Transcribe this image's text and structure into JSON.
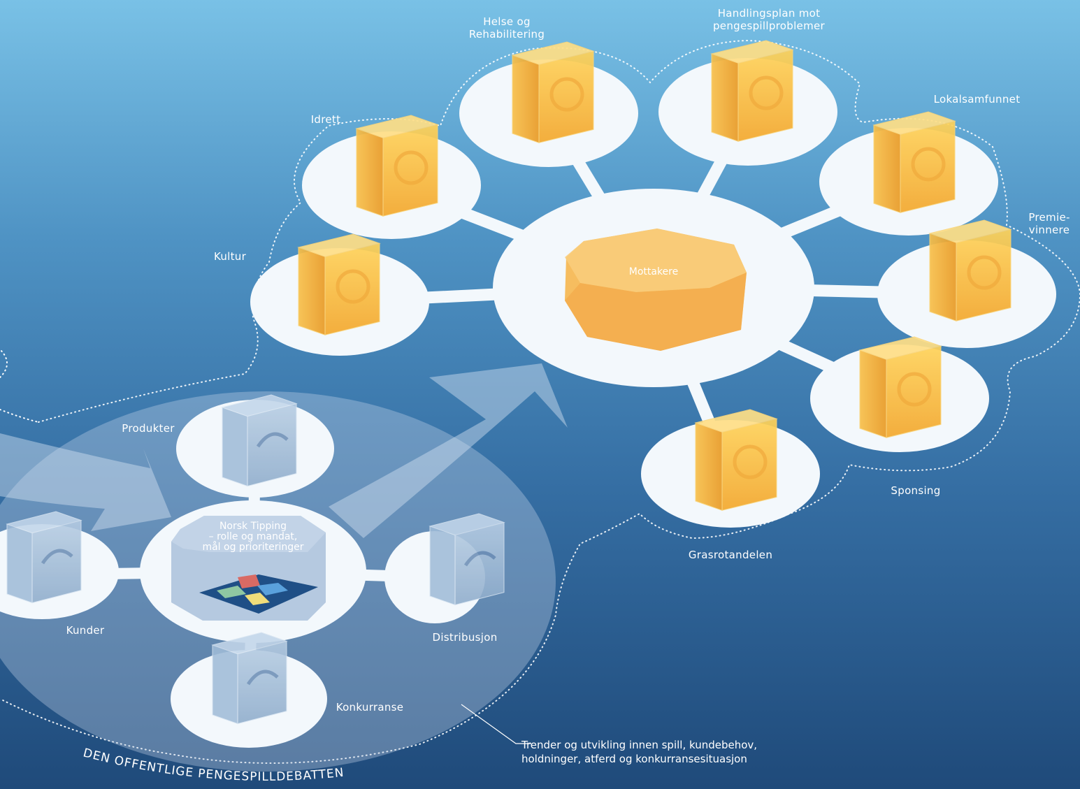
{
  "center": {
    "label": "Mottakere"
  },
  "receivers": [
    {
      "id": "idrett",
      "label": "Idrett",
      "icon": "football-icon"
    },
    {
      "id": "helse",
      "label": "Helse og\nRehabilitering",
      "icon": "crutch-icon"
    },
    {
      "id": "handlingsplan",
      "label": "Handlingsplan mot\npengespillproblemer",
      "icon": "hand-dice-icon"
    },
    {
      "id": "lokalsamfunnet",
      "label": "Lokalsamfunnet",
      "icon": "houses-icon"
    },
    {
      "id": "premievinnere",
      "label": "Premie-\nvinnere",
      "icon": "coin-icon"
    },
    {
      "id": "sponsing",
      "label": "Sponsing",
      "icon": "dollar-icon"
    },
    {
      "id": "grasrotandelen",
      "label": "Grasrotandelen",
      "icon": "grass-icon"
    },
    {
      "id": "kultur",
      "label": "Kultur",
      "icon": "theatre-mask-icon"
    }
  ],
  "norsk_tipping": {
    "label": "Norsk Tipping\n– rolle og mandat,\nmål og prioriteringer",
    "nodes": [
      {
        "id": "produkter",
        "label": "Produkter",
        "icon": "lottery-ticket-icon"
      },
      {
        "id": "distribusjon",
        "label": "Distribusjon",
        "icon": "distribution-arrows-icon"
      },
      {
        "id": "konkurranse",
        "label": "Konkurranse",
        "icon": "spade-card-icon"
      },
      {
        "id": "kunder",
        "label": "Kunder",
        "icon": "customer-icon"
      }
    ]
  },
  "public_debate": "DEN OFFENTLIGE PENGESPILLDEBATTEN",
  "trends_note": "Trender og utvikling innen spill, kundebehov,\nholdninger, atferd og konkurransesituasjon",
  "colors": {
    "accent": "#f7b63a",
    "accent_light": "#ffd66a",
    "node": "#f3f8fc",
    "glass": "#9dbcd8"
  }
}
